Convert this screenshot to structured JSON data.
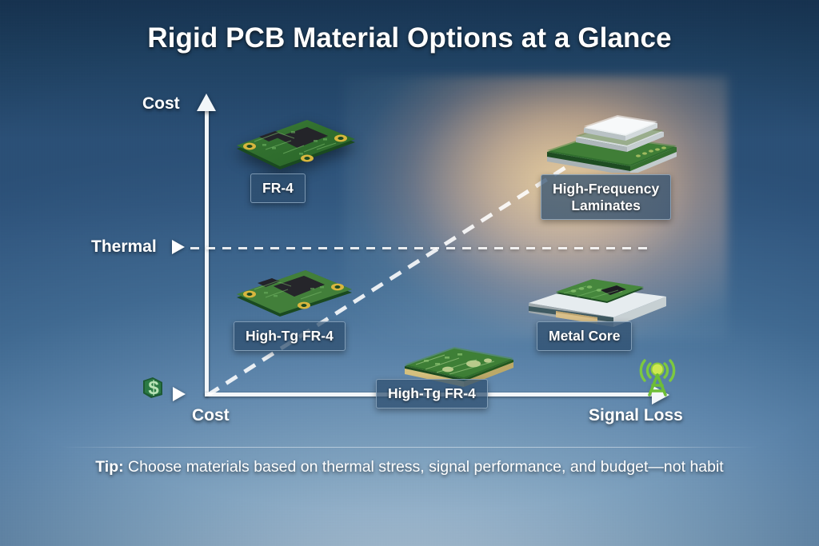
{
  "title": "Rigid PCB Material Options at a Glance",
  "axes": {
    "y_top_label": "Cost",
    "x_origin_label": "Cost",
    "x_end_label": "Signal Loss",
    "guide_label": "Thermal"
  },
  "icons": {
    "money": "money-dollar-icon",
    "antenna": "signal-tower-icon",
    "y_arrow": "arrow-up-icon",
    "x_arrow": "arrow-right-icon",
    "thermal_arrow": "arrow-right-icon",
    "cost_arrow": "arrow-right-icon"
  },
  "materials": [
    {
      "id": "fr4",
      "label": "FR-4",
      "board": "pcb-green"
    },
    {
      "id": "hf-laminates",
      "label": "High-Frequency\nLaminates",
      "board": "laminate-stack"
    },
    {
      "id": "hitg-left",
      "label": "High-Tg FR-4",
      "board": "pcb-green"
    },
    {
      "id": "metal-core",
      "label": "Metal Core",
      "board": "metal-core-board"
    },
    {
      "id": "hitg-bottom",
      "label": "High-Tg FR-4",
      "board": "pcb-flat"
    }
  ],
  "footer": {
    "tip_prefix": "Tip:",
    "tip_text": " Choose materials based on thermal stress, signal performance, and budget—not habit"
  },
  "colors": {
    "background_top": "#173453",
    "background_bottom": "#9fb9cf",
    "heat_glow": "#ffb030",
    "axis": "#f2f6f9",
    "chip_bg": "#2e4e6e",
    "chip_border": "#bed4e6",
    "text": "#ffffff",
    "pcb_green": "#2f6b2c",
    "pad_gold": "#d9b840",
    "antenna_green": "#8ed44a"
  },
  "chart_data": {
    "type": "scatter",
    "title": "Rigid PCB Material Options at a Glance",
    "xlabel": "Signal Loss",
    "ylabel": "Cost",
    "annotations": [
      "Thermal"
    ],
    "points": [
      {
        "label": "FR-4",
        "x": "low",
        "y": "high",
        "note": "low cost axis start, high on cost axis"
      },
      {
        "label": "High-Frequency Laminates",
        "x": "high",
        "y": "high"
      },
      {
        "label": "High-Tg FR-4",
        "x": "low",
        "y": "medium"
      },
      {
        "label": "Metal Core",
        "x": "high",
        "y": "medium"
      },
      {
        "label": "High-Tg FR-4",
        "x": "medium",
        "y": "low"
      }
    ],
    "grid": false,
    "legend": "none"
  }
}
